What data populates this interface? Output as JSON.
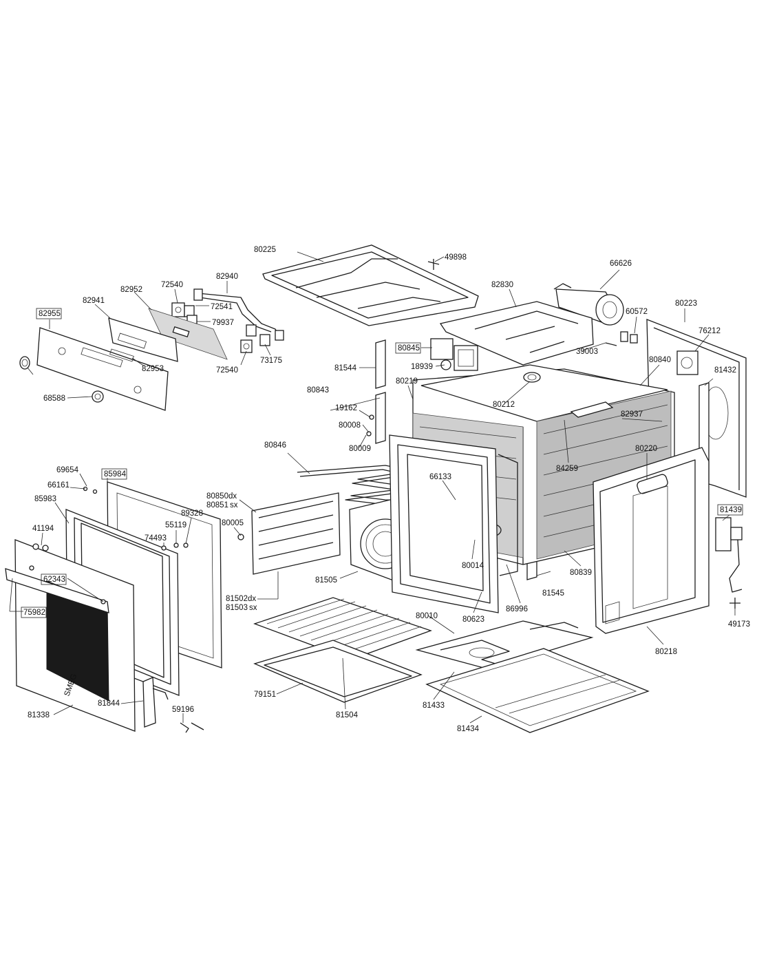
{
  "parts": [
    {
      "id": "80225",
      "text": "80225"
    },
    {
      "id": "49898",
      "text": "49898"
    },
    {
      "id": "66626",
      "text": "66626"
    },
    {
      "id": "82940",
      "text": "82940"
    },
    {
      "id": "82830",
      "text": "82830"
    },
    {
      "id": "72540a",
      "text": "72540"
    },
    {
      "id": "82952",
      "text": "82952"
    },
    {
      "id": "72541",
      "text": "72541"
    },
    {
      "id": "82941",
      "text": "82941"
    },
    {
      "id": "79937",
      "text": "79937"
    },
    {
      "id": "82955",
      "text": "82955"
    },
    {
      "id": "80223",
      "text": "80223"
    },
    {
      "id": "60572",
      "text": "60572"
    },
    {
      "id": "76212",
      "text": "76212"
    },
    {
      "id": "80845",
      "text": "80845"
    },
    {
      "id": "39003",
      "text": "39003"
    },
    {
      "id": "81544",
      "text": "81544"
    },
    {
      "id": "18939",
      "text": "18939"
    },
    {
      "id": "73175",
      "text": "73175"
    },
    {
      "id": "80840",
      "text": "80840"
    },
    {
      "id": "82953",
      "text": "82953"
    },
    {
      "id": "72540b",
      "text": "72540"
    },
    {
      "id": "81432",
      "text": "81432"
    },
    {
      "id": "80219",
      "text": "80219"
    },
    {
      "id": "80212",
      "text": "80212"
    },
    {
      "id": "68588",
      "text": "68588"
    },
    {
      "id": "80843",
      "text": "80843"
    },
    {
      "id": "19162",
      "text": "19162"
    },
    {
      "id": "82937",
      "text": "82937"
    },
    {
      "id": "80008",
      "text": "80008"
    },
    {
      "id": "80009",
      "text": "80009"
    },
    {
      "id": "80846",
      "text": "80846"
    },
    {
      "id": "80220",
      "text": "80220"
    },
    {
      "id": "84259",
      "text": "84259"
    },
    {
      "id": "69654",
      "text": "69654"
    },
    {
      "id": "85984",
      "text": "85984"
    },
    {
      "id": "66133",
      "text": "66133"
    },
    {
      "id": "66161",
      "text": "66161"
    },
    {
      "id": "80850",
      "text": "80850",
      "suffix": "dx"
    },
    {
      "id": "85983",
      "text": "85983"
    },
    {
      "id": "80851",
      "text": "80851",
      "suffix": "sx"
    },
    {
      "id": "89328",
      "text": "89328"
    },
    {
      "id": "81439",
      "text": "81439"
    },
    {
      "id": "55119",
      "text": "55119"
    },
    {
      "id": "80005",
      "text": "80005"
    },
    {
      "id": "41194",
      "text": "41194"
    },
    {
      "id": "74493",
      "text": "74493"
    },
    {
      "id": "80014",
      "text": "80014"
    },
    {
      "id": "80839",
      "text": "80839"
    },
    {
      "id": "62343",
      "text": "62343"
    },
    {
      "id": "81505",
      "text": "81505"
    },
    {
      "id": "81545",
      "text": "81545"
    },
    {
      "id": "81502",
      "text": "81502",
      "suffix": "dx"
    },
    {
      "id": "86996",
      "text": "86996"
    },
    {
      "id": "81503",
      "text": "81503",
      "suffix": "sx"
    },
    {
      "id": "75982",
      "text": "75982"
    },
    {
      "id": "80010",
      "text": "80010"
    },
    {
      "id": "80623",
      "text": "80623"
    },
    {
      "id": "49173",
      "text": "49173"
    },
    {
      "id": "80218",
      "text": "80218"
    },
    {
      "id": "79151",
      "text": "79151"
    },
    {
      "id": "81844",
      "text": "81844"
    },
    {
      "id": "81433",
      "text": "81433"
    },
    {
      "id": "59196",
      "text": "59196"
    },
    {
      "id": "81338",
      "text": "81338"
    },
    {
      "id": "81504",
      "text": "81504"
    },
    {
      "id": "81434",
      "text": "81434"
    }
  ],
  "brand_mark": "SMEG"
}
